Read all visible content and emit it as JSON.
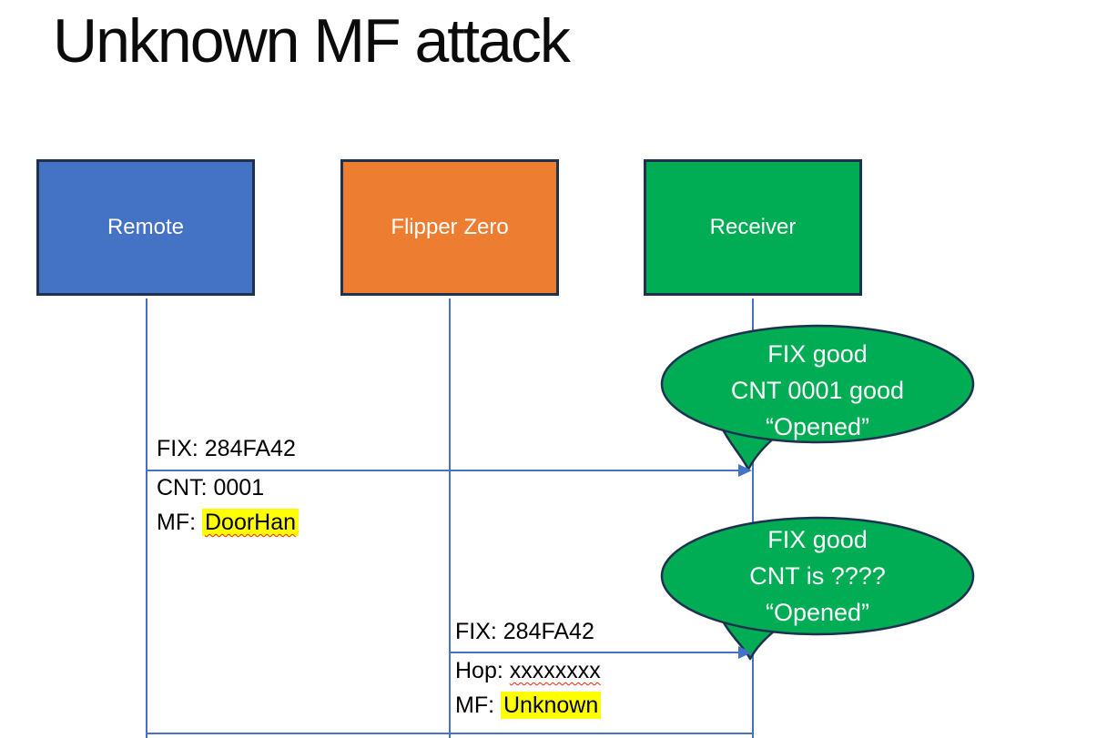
{
  "title": "Unknown MF attack",
  "actors": {
    "remote": {
      "label": "Remote",
      "fill": "#4472C4"
    },
    "flipper": {
      "label": "Flipper Zero",
      "fill": "#ED7D31"
    },
    "receiver": {
      "label": "Receiver",
      "fill": "#00AC54"
    }
  },
  "messages": {
    "m1": {
      "from": "Remote",
      "to": "Receiver",
      "line1": "FIX: 284FA42",
      "line2": "CNT: 0001",
      "line3_prefix": "MF: ",
      "line3_highlight": "DoorHan"
    },
    "m2": {
      "from": "Flipper Zero",
      "to": "Receiver",
      "line1": "FIX: 284FA42",
      "line2_prefix": "Hop: ",
      "line2_squiggle": "xxxxxxxx",
      "line3_prefix": "MF: ",
      "line3_highlight": "Unknown"
    }
  },
  "bubbles": {
    "b1": {
      "line1": "FIX good",
      "line2": "CNT 0001 good",
      "line3": "“Opened”"
    },
    "b2": {
      "line1": "FIX good",
      "line2": "CNT is ????",
      "line3": "“Opened”"
    }
  },
  "colors": {
    "actor_blue": "#4472C4",
    "actor_orange": "#ED7D31",
    "actor_green": "#00AC54",
    "border_navy": "#1E3250",
    "connector_blue": "#4472C4",
    "bubble_green": "#00AC54",
    "highlight_yellow": "#FFFF00",
    "squiggle_red": "#FF2400",
    "text_white": "#FFFFFF",
    "text_black": "#000000"
  }
}
